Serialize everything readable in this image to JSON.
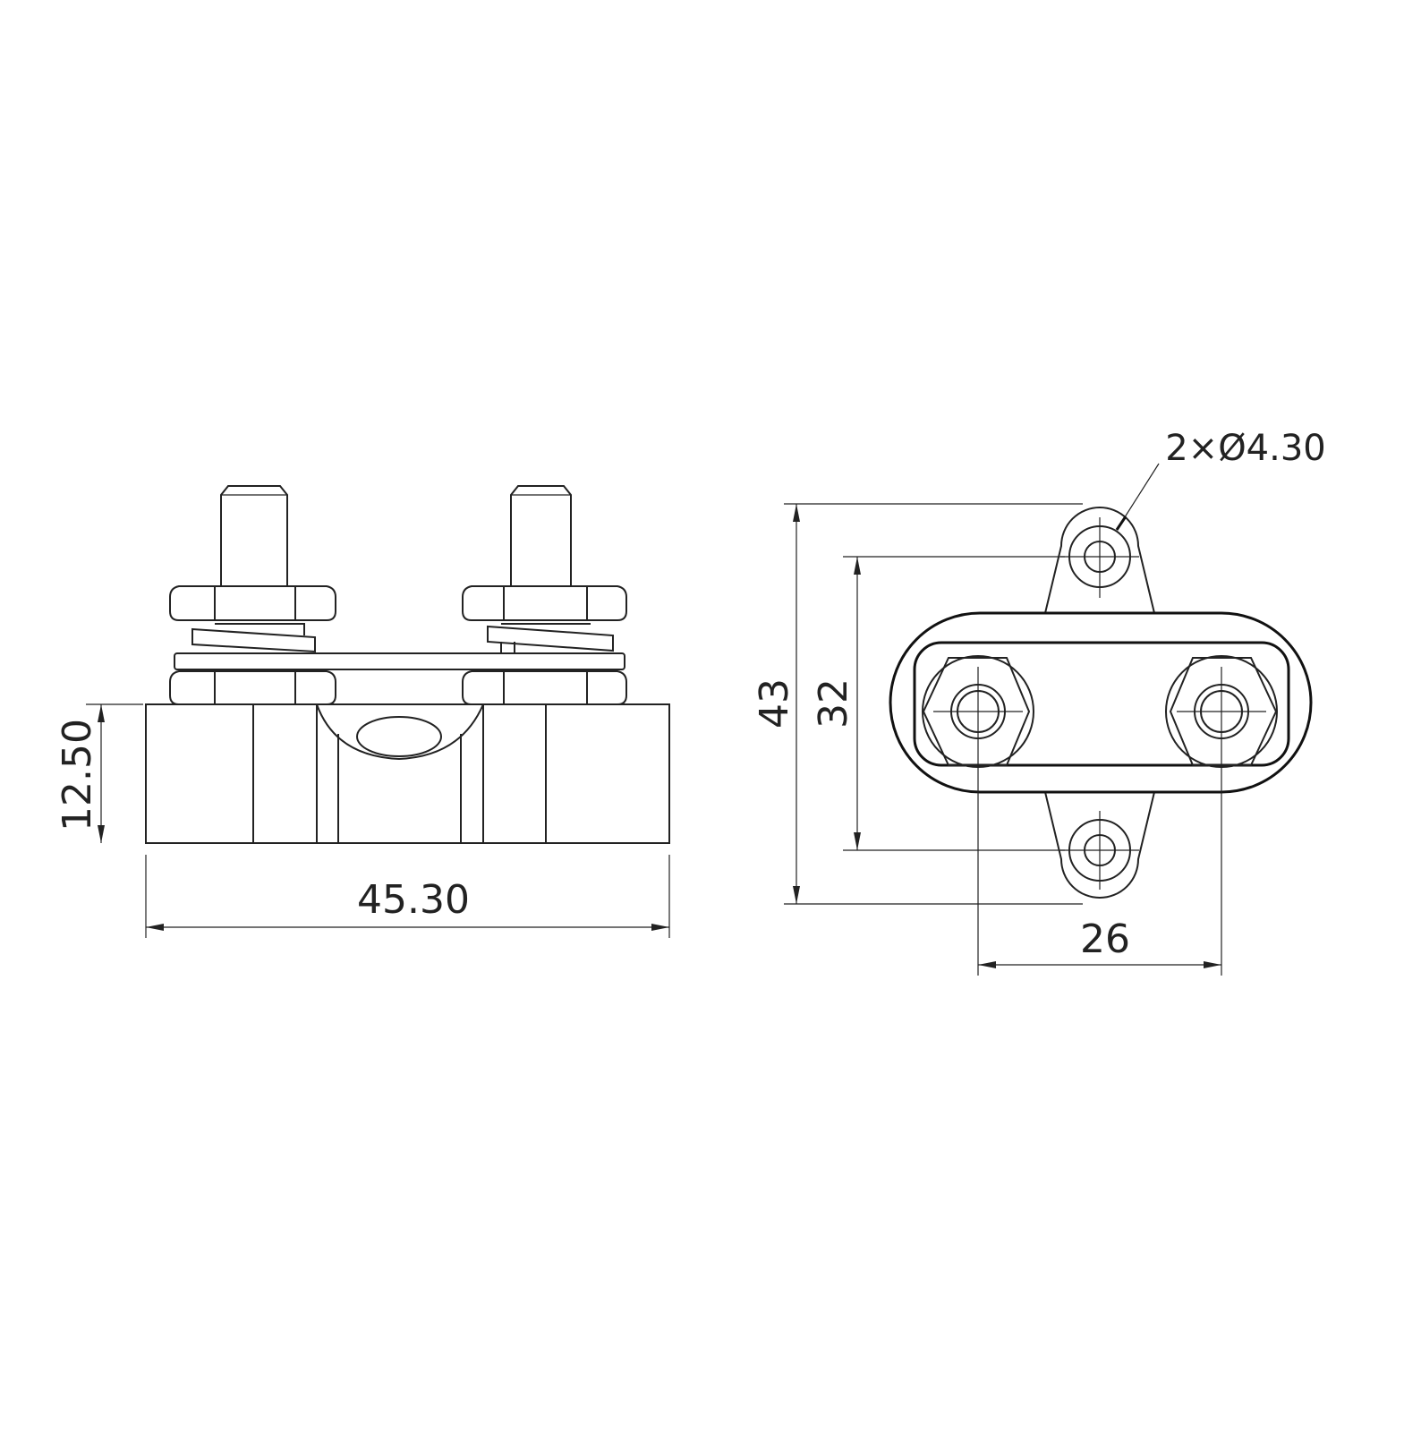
{
  "title": "Bus bar terminal block dimension drawing",
  "views": {
    "front": {
      "height_label": "12.50",
      "width_label": "45.30"
    },
    "top": {
      "overall_height_label": "43",
      "hole_spacing_label": "32",
      "stud_spacing_label": "26",
      "hole_callout": "2×Ø4.30"
    }
  },
  "colors": {
    "line": "#222222",
    "background": "#ffffff"
  }
}
